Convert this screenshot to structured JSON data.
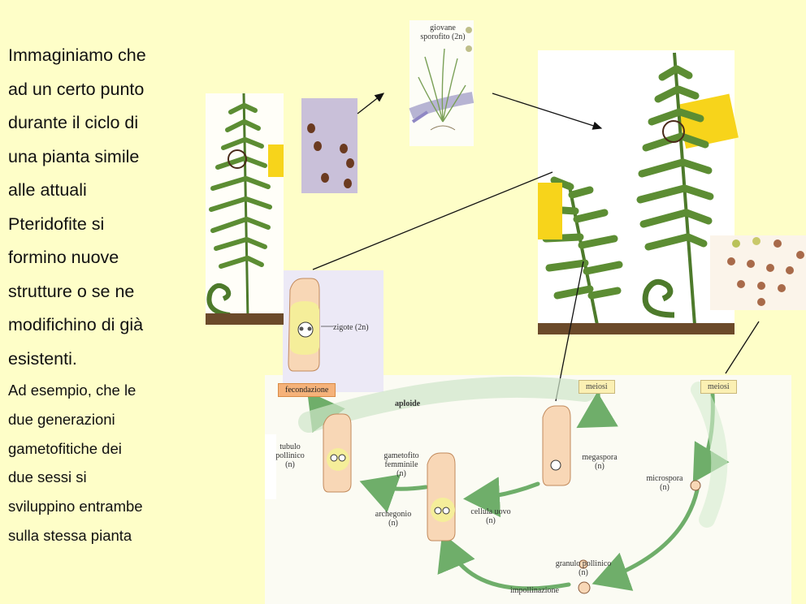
{
  "intro": {
    "lines_large": [
      "Immaginiamo che",
      "ad un certo punto",
      "durante il ciclo di",
      "una pianta simile",
      "alle attuali",
      "Pteridofite si",
      "formino nuove",
      "strutture o se ne",
      "modifichino di già",
      "esistenti."
    ],
    "lines_small": [
      "Ad esempio, che le",
      "due generazioni",
      "gametofitiche dei",
      "due sessi si",
      "sviluppino entrambe",
      "sulla stessa pianta"
    ]
  },
  "diagram": {
    "young_sporophyte_line1": "giovane",
    "young_sporophyte_line2": "sporofito (2n)",
    "zygote": "zigote (2n)",
    "fertilization": "fecondazione",
    "haploid": "aploide",
    "meiosis_left": "meiosi",
    "meiosis_right": "meiosi",
    "pollen_tube_line1": "tubulo",
    "pollen_tube_line2": "pollinico",
    "pollen_tube_line3": "(n)",
    "female_gametophyte_line1": "gametofito",
    "female_gametophyte_line2": "femminile",
    "female_gametophyte_line3": "(n)",
    "megaspore_line1": "megaspora",
    "megaspore_line2": "(n)",
    "microspore_line1": "microspora",
    "microspore_line2": "(n)",
    "archegonium_line1": "archegonio",
    "archegonium_line2": "(n)",
    "egg_cell_line1": "cellula uovo",
    "egg_cell_line2": "(n)",
    "pollen_grain_line1": "granulo pollinico",
    "pollen_grain_line2": "(n)",
    "pollination": "impollinazione"
  },
  "colors": {
    "background": "#fefec8",
    "cycle_arrow": "#6fae6a",
    "fern_green": "#4d7a2b",
    "fecondazione_box": "#f5b27a",
    "meiosi_box": "#fbf0b3"
  }
}
